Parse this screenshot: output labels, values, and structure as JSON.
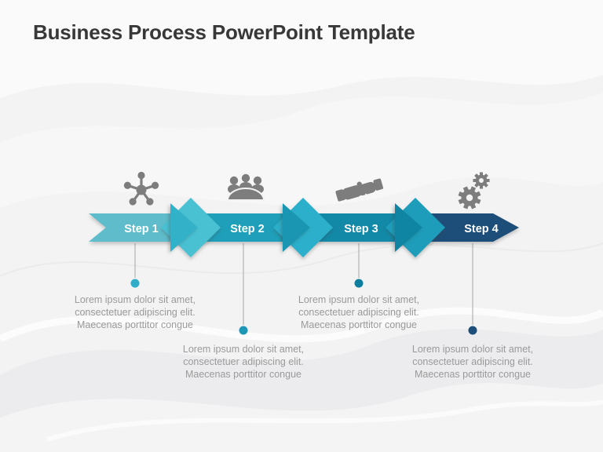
{
  "slide": {
    "title": "Business Process PowerPoint Template"
  },
  "icon_color": "#7d7d7d",
  "connector_color": "#a6a6a6",
  "background_color": "#f3f3f4",
  "steps": [
    {
      "label": "Step 1",
      "icon": "network-icon",
      "desc": "Lorem ipsum dolor sit amet, consectetuer adipiscing elit. Maecenas porttitor congue",
      "bar_color": "#5fbdcb",
      "diamond_color": "#49c1d3",
      "tip_color": "#33b1c8",
      "dot_color": "#2fadc8"
    },
    {
      "label": "Step 2",
      "icon": "meeting-icon",
      "desc": "Lorem ipsum dolor sit amet, consectetuer adipiscing elit. Maecenas porttitor congue",
      "bar_color": "#1f9fb9",
      "diamond_color": "#2cafca",
      "tip_color": "#1b96b2",
      "dot_color": "#1e96b6"
    },
    {
      "label": "Step 3",
      "icon": "handshake-icon",
      "desc": "Lorem ipsum dolor sit amet, consectetuer adipiscing elit. Maecenas porttitor congue",
      "bar_color": "#1289a7",
      "diamond_color": "#1d9dba",
      "tip_color": "#0f85a3",
      "dot_color": "#0d7e9d"
    },
    {
      "label": "Step 4",
      "icon": "gears-icon",
      "desc": "Lorem ipsum dolor sit amet, consectetuer adipiscing elit. Maecenas porttitor congue",
      "bar_color": "#1d4e79",
      "diamond_color": "#1d4e79",
      "tip_color": "#1d4e79",
      "dot_color": "#1d4e79"
    }
  ]
}
